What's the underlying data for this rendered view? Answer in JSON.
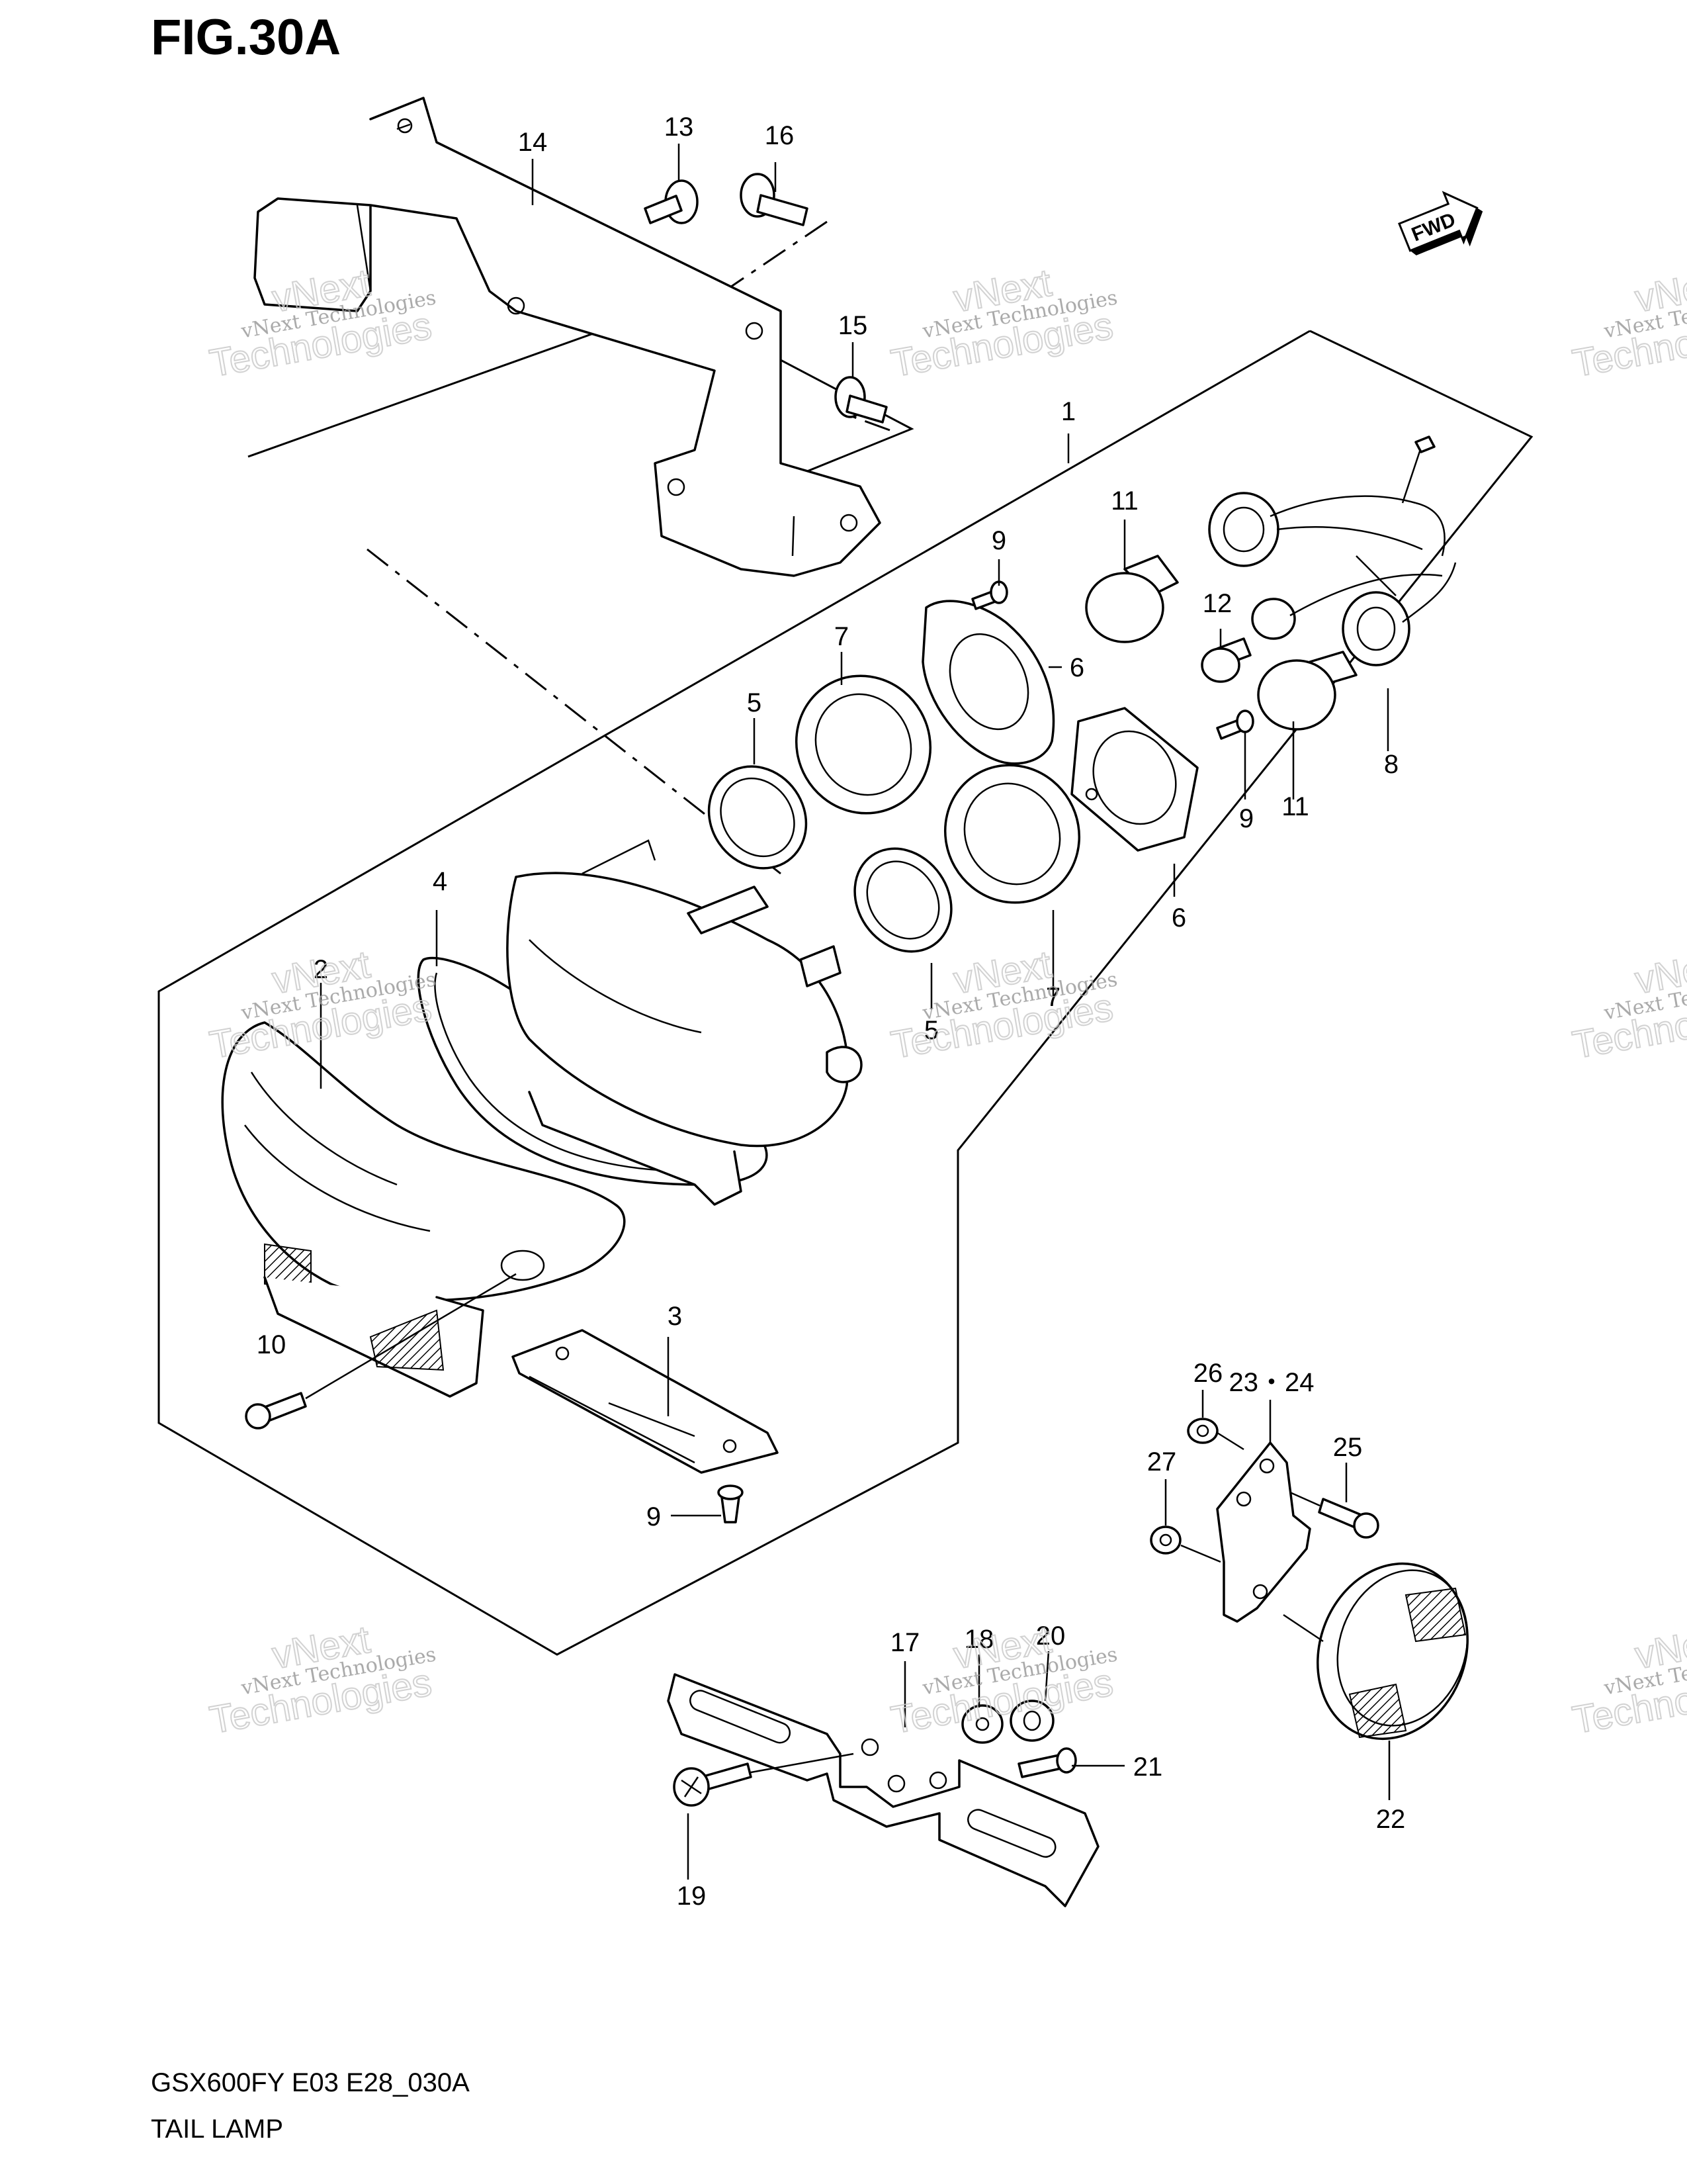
{
  "figure": {
    "title": "FIG.30A",
    "code": "GSX600FY E03 E28_030A",
    "name": "TAIL LAMP",
    "fwd_label": "FWD"
  },
  "watermark": {
    "small": "vNext Technologies",
    "big_top": "vNext",
    "big_bottom": "Technologies"
  },
  "callouts": [
    "1",
    "2",
    "3",
    "4",
    "5",
    "5",
    "6",
    "6",
    "7",
    "7",
    "8",
    "9",
    "9",
    "9",
    "10",
    "11",
    "11",
    "12",
    "13",
    "14",
    "15",
    "16",
    "17",
    "18",
    "19",
    "20",
    "21",
    "22",
    "23・24",
    "25",
    "26",
    "27"
  ]
}
